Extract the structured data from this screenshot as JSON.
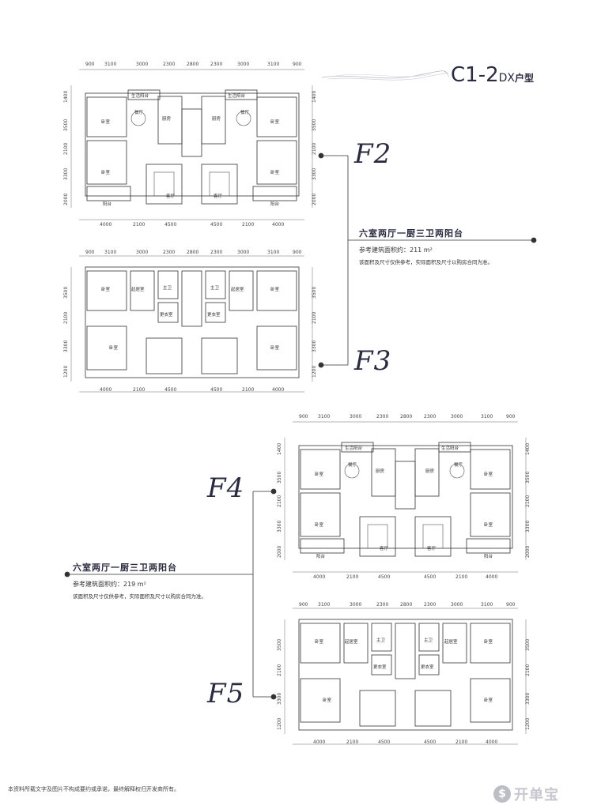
{
  "header": {
    "type_code": "C1-2",
    "type_suffix": "DX",
    "type_word": "户型"
  },
  "floors": {
    "f2": "F2",
    "f3": "F3",
    "f4": "F4",
    "f5": "F5"
  },
  "info_top": {
    "title": "六室两厅一厨三卫两阳台",
    "area": "参考建筑面积约：211 m²",
    "note": "该面积及尺寸仅供参考，实际面积及尺寸以购房合同为准。"
  },
  "info_bottom": {
    "title": "六室两厅一厨三卫两阳台",
    "area": "参考建筑面积约：219 m²",
    "note": "该面积及尺寸仅供参考，实际面积及尺寸以购房合同为准。"
  },
  "plans": {
    "top_dims_f2": [
      "900",
      "3100",
      "3000",
      "2300",
      "2800",
      "2300",
      "3000",
      "3100",
      "900"
    ],
    "top_dims_f3": [
      "900",
      "3100",
      "3000",
      "2300",
      "2800",
      "2300",
      "3000",
      "3100",
      "900"
    ],
    "bottom_dims": [
      "4000",
      "2100",
      "4500",
      "4500",
      "2100",
      "4000"
    ],
    "left_dims_f2": [
      "1400",
      "3500",
      "2100",
      "3300",
      "2000"
    ],
    "right_dims_f2": [
      "1400",
      "3500",
      "2100",
      "3300",
      "2000"
    ],
    "left_dims_f3": [
      "3500",
      "2100",
      "3300",
      "1200"
    ],
    "right_dims_f3": [
      "3500",
      "2100",
      "3300",
      "1200"
    ],
    "rooms_f2": {
      "bedroom": "卧室",
      "dining": "餐厅",
      "kitchen": "厨房",
      "living": "客厅",
      "balcony": "阳台",
      "service_balcony": "生活阳台"
    },
    "rooms_f3": {
      "bedroom": "卧室",
      "lounge": "起居室",
      "master_bath": "主卫",
      "cloakroom": "更衣室"
    }
  },
  "footer": {
    "disclaimer": "本资料所载文字及图片不构成要约或承诺，最终解释权归开发商所有。",
    "logo_icon": "$",
    "logo_text": "开单宝"
  }
}
